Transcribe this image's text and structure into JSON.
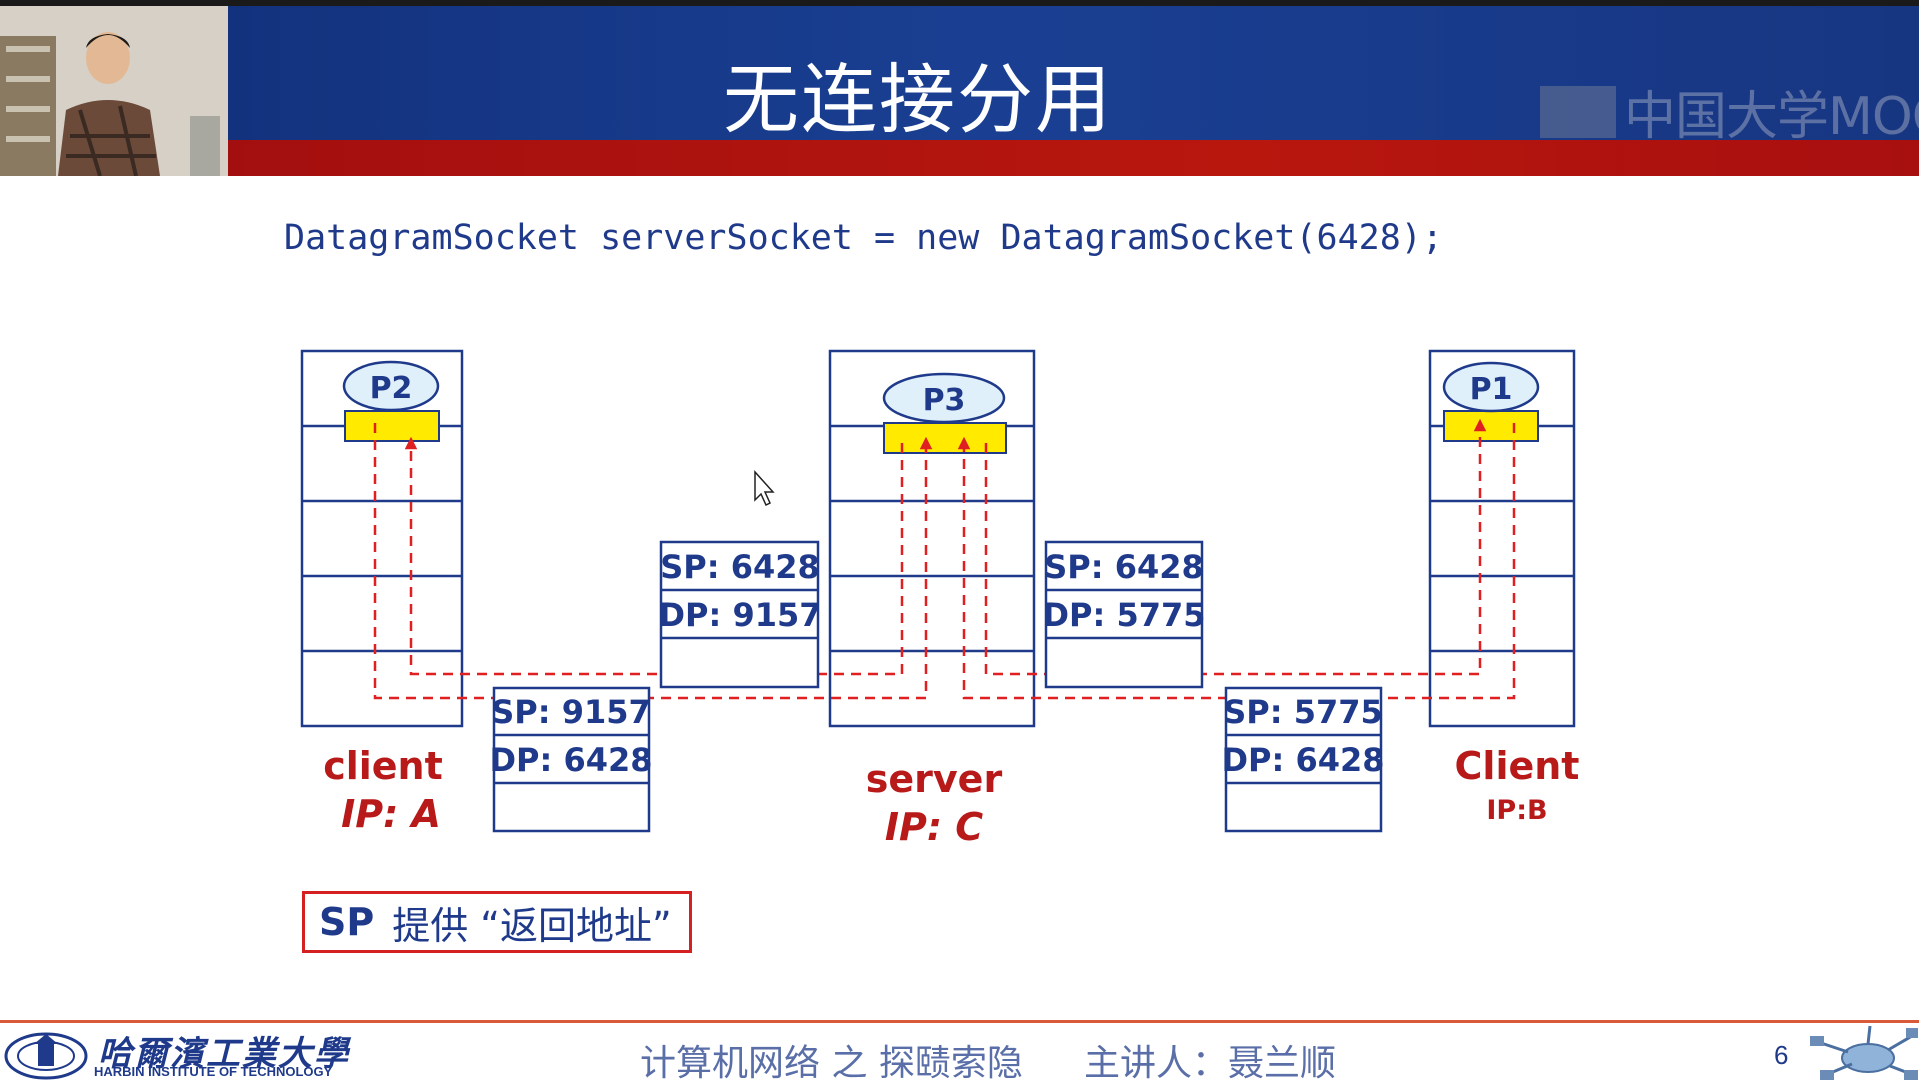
{
  "slide": {
    "title": "无连接分用",
    "watermark": "中国大学MOOC",
    "code_line": "DatagramSocket serverSocket = new DatagramSocket(6428);",
    "page_number": "6"
  },
  "hosts": {
    "client_a": {
      "name": "client",
      "ip": "IP: A",
      "process": "P2"
    },
    "server": {
      "name": "server",
      "ip": "IP: C",
      "process": "P3"
    },
    "client_b": {
      "name": "Client",
      "ip": "IP:B",
      "process": "P1"
    }
  },
  "segments": {
    "a_to_c": {
      "sp": "SP: 9157",
      "dp": "DP: 6428"
    },
    "c_to_a": {
      "sp": "SP: 6428",
      "dp": "DP: 9157"
    },
    "c_to_b": {
      "sp": "SP: 6428",
      "dp": "DP: 5775"
    },
    "b_to_c": {
      "sp": "SP: 5775",
      "dp": "DP: 6428"
    }
  },
  "note": {
    "key": "SP",
    "text": "提供 “返回地址”"
  },
  "footer": {
    "university_cn": "哈爾濱工業大學",
    "university_en": "HARBIN INSTITUTE OF TECHNOLOGY",
    "course": "计算机网络 之 探赜索隐",
    "presenter": "主讲人：聂兰顺"
  },
  "colors": {
    "header_blue": "#1a3f92",
    "header_red": "#b8170e",
    "navy": "#1f3a8a",
    "label_red": "#b81a1a",
    "arrow_red": "#e02020",
    "socket_yellow": "#ffea00",
    "process_fill": "#dff0fb"
  }
}
